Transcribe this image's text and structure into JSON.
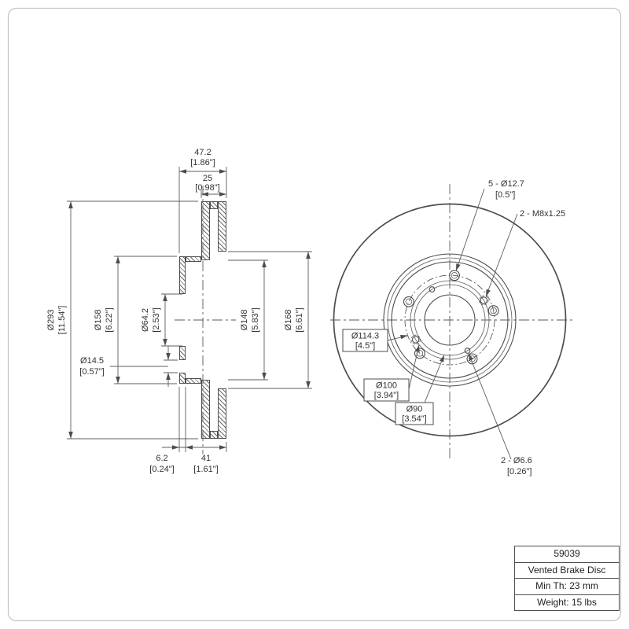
{
  "drawing": {
    "kind": "brake-rotor-technical-drawing",
    "views": [
      "cross-section",
      "front"
    ]
  },
  "section_view": {
    "dim_total_width": [
      "47.2",
      "[1.86\"]"
    ],
    "dim_disc_thickness": [
      "25",
      "[0.98\"]"
    ],
    "dim_outer_diameter": [
      "Ø293",
      "[11.54\"]"
    ],
    "dim_hat_diameter": [
      "Ø158",
      "[6.22\"]"
    ],
    "dim_center_bore": [
      "Ø64.2",
      "[2.53\"]"
    ],
    "dim_lug_hole": [
      "Ø14.5",
      "[0.57\"]"
    ],
    "dim_friction_inner_a": [
      "Ø148",
      "[5.83\"]"
    ],
    "dim_friction_inner_b": [
      "Ø168",
      "[6.61\"]"
    ],
    "dim_hat_face_thickness": [
      "6.2",
      "[0.24\"]"
    ],
    "dim_disc_width": [
      "41",
      "[1.61\"]"
    ]
  },
  "front_view": {
    "label_lug_holes": [
      "5 - Ø12.7",
      "[0.5\"]"
    ],
    "label_thread_holes": "2 - M8x1.25",
    "label_bolt_circle": [
      "Ø114.3",
      "[4.5\"]"
    ],
    "label_bcd_100": [
      "Ø100",
      "[3.94\"]"
    ],
    "label_bcd_90": [
      "Ø90",
      "[3.54\"]"
    ],
    "label_set_screw_holes": [
      "2 - Ø6.6",
      "[0.26\"]"
    ]
  },
  "title_block": {
    "rows": [
      "59039",
      "Vented Brake Disc",
      "Min Th: 23 mm",
      "Weight: 15 lbs"
    ]
  },
  "colors": {
    "line": "#4d4d4d",
    "text": "#333333",
    "page_border": "#c4c4c4"
  }
}
